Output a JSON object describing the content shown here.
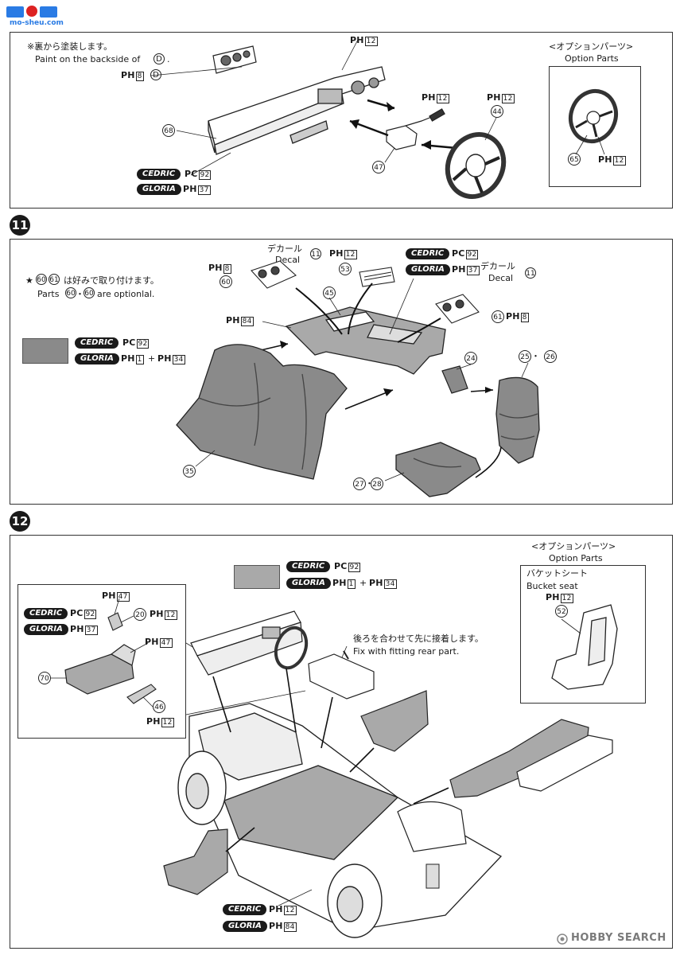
{
  "watermark": {
    "text": "mo-sheu.com"
  },
  "colors": {
    "cedric_pill": "#1a1a1a",
    "swatch_dark": "#8a8a8a",
    "swatch_light": "#a9a9a9"
  },
  "parts": {
    "p65": "65",
    "p44": "44",
    "p47": "47",
    "p68": "68",
    "p60": "60",
    "p61": "61",
    "p53": "53",
    "p45": "45",
    "p24": "24",
    "p25": "25",
    "p26": "26",
    "p35": "35",
    "p27": "27",
    "p28": "28",
    "p11": "11",
    "p20": "20",
    "p70": "70",
    "p46": "46",
    "p52": "52",
    "dot": "・"
  },
  "paints": {
    "ph": "PH",
    "pc": "PC",
    "n12": "12",
    "n8": "8",
    "n37": "37",
    "n92": "92",
    "n84": "84",
    "n1": "1",
    "n34": "34",
    "n47": "47",
    "plus": "+",
    "d": "D"
  },
  "names": {
    "cedric": "CEDRIC",
    "gloria": "GLORIA"
  },
  "step10": {
    "note_jp": "※裏から塗装します。",
    "note_en": "Paint on the backside of",
    "note_end": ".",
    "option_jp": "<オプションパーツ>",
    "option_en": "Option Parts"
  },
  "step11": {
    "number": "11",
    "star_jp": "★",
    "note_jp_a": "は好みで取り付けます。",
    "note_en_a": "Parts",
    "note_en_b": "are optionlal.",
    "decal_jp": "デカール",
    "decal_en": "Decal"
  },
  "step12": {
    "number": "12",
    "option_jp": "<オプションパーツ>",
    "option_en": "Option Parts",
    "bucket_jp": "バケットシート",
    "bucket_en": "Bucket seat",
    "fix_jp": "後ろを合わせて先に接着します。",
    "fix_en": "Fix with fitting rear part."
  },
  "footer": {
    "brand": "HOBBY SEARCH"
  }
}
